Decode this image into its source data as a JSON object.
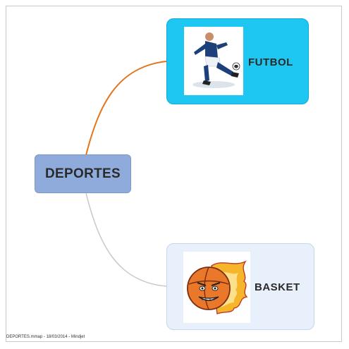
{
  "central_topic": {
    "label": "DEPORTES",
    "color": "#8fabdc"
  },
  "topics": [
    {
      "label": "FUTBOL",
      "color": "#1ec7f2",
      "connector_color": "#e2761c",
      "image": "soccer-player-icon"
    },
    {
      "label": "BASKET",
      "color": "#e8f0fc",
      "connector_color": "#c8c8c8",
      "image": "flaming-basketball-icon"
    }
  ],
  "footer": "DEPORTES.mmap - 18/03/2014 - Mindjet"
}
